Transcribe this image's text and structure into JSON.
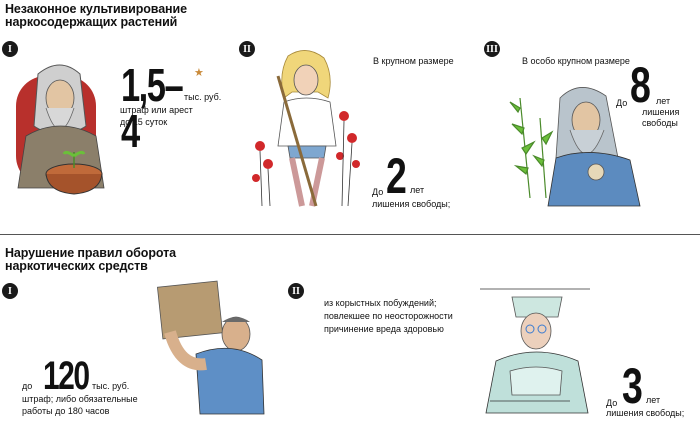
{
  "section1": {
    "title_line1": "Незаконное культивирование",
    "title_line2": "наркосодержащих растений",
    "col1": {
      "roman": "I",
      "value": "1,5–4",
      "unit": "тыс. руб.",
      "line1": "штраф или арест",
      "line2": "до 15 суток"
    },
    "col2": {
      "roman": "II",
      "heading": "В крупном размере",
      "prefix": "До",
      "value": "2",
      "unit": "лет",
      "line1": "лишения свободы;"
    },
    "col3": {
      "roman": "III",
      "heading": "В особо крупном размере",
      "prefix": "До",
      "value": "8",
      "unit": "лет",
      "line1": "лишения",
      "line2": "свободы"
    }
  },
  "section2": {
    "title_line1": "Нарушение правил оборота",
    "title_line2": "наркотических средств",
    "col1": {
      "roman": "I",
      "prefix": "до",
      "value": "120",
      "unit": "тыс. руб.",
      "line1": "штраф; либо обязательные",
      "line2": "работы до 180 часов"
    },
    "col2": {
      "roman": "II",
      "line1": "из корыстных побуждений;",
      "line2": "повлекшее по неосторожности",
      "line3": "причинение вреда здоровью",
      "prefix": "До",
      "value": "3",
      "unit": "лет",
      "line4": "лишения свободы;"
    }
  }
}
